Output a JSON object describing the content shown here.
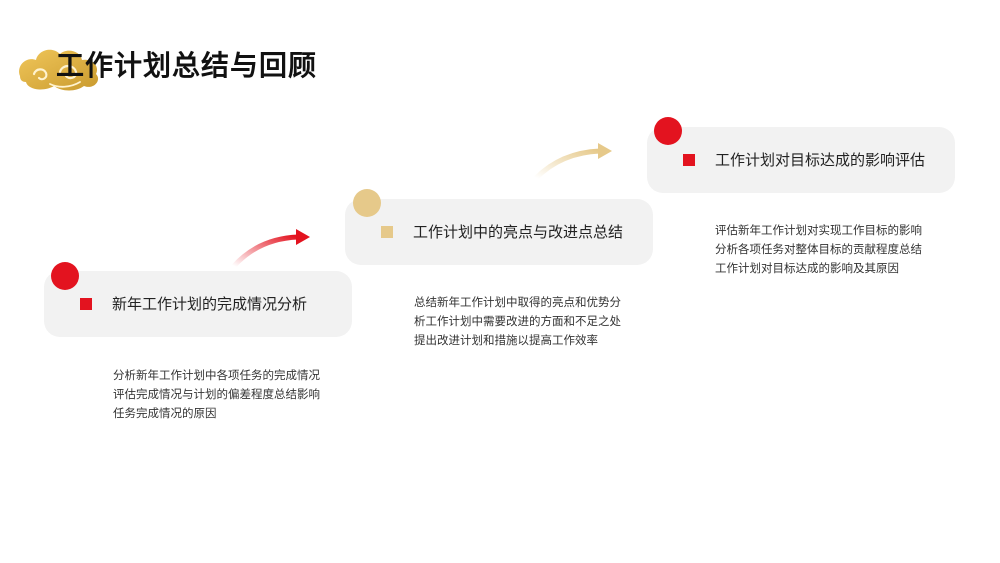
{
  "page": {
    "title": "工作计划总结与回顾"
  },
  "colors": {
    "red": "#e3131f",
    "gold": "#e6c98a",
    "card": "#f2f2f2"
  },
  "icons": {
    "title_decoration": "auspicious-cloud-icon",
    "arrow": "arrow-icon",
    "marker": "square-bullet-icon"
  },
  "steps": [
    {
      "label": "新年工作计划的完成情况分析",
      "accent": "red",
      "desc": [
        "分析新年工作计划中各项任务的完成情况",
        "评估完成情况与计划的偏差程度总结影响",
        "任务完成情况的原因"
      ]
    },
    {
      "label": "工作计划中的亮点与改进点总结",
      "accent": "gold",
      "desc": [
        "总结新年工作计划中取得的亮点和优势分",
        "析工作计划中需要改进的方面和不足之处",
        "提出改进计划和措施以提高工作效率"
      ]
    },
    {
      "label": "工作计划对目标达成的影响评估",
      "accent": "red",
      "desc": [
        "评估新年工作计划对实现工作目标的影响",
        "分析各项任务对整体目标的贡献程度总结",
        "工作计划对目标达成的影响及其原因"
      ]
    }
  ]
}
